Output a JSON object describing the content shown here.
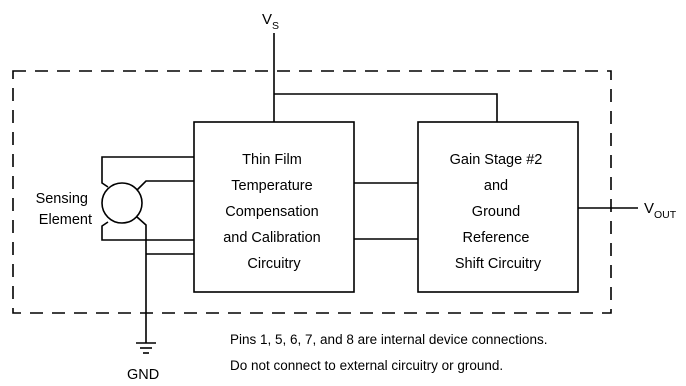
{
  "supply": {
    "main": "V",
    "sub": "S"
  },
  "output": {
    "main": "V",
    "sub": "OUT"
  },
  "ground": {
    "label": "GND"
  },
  "sensing_element": {
    "lines": [
      "Sensing",
      "Element"
    ]
  },
  "block_compensation": {
    "lines": [
      "Thin Film",
      "Temperature",
      "Compensation",
      "and Calibration",
      "Circuitry"
    ]
  },
  "block_gain": {
    "lines": [
      "Gain Stage #2",
      "and",
      "Ground",
      "Reference",
      "Shift Circuitry"
    ]
  },
  "note": {
    "lines": [
      "Pins 1, 5, 6, 7, and 8 are internal device connections.",
      "Do not connect to external circuitry or ground."
    ]
  }
}
